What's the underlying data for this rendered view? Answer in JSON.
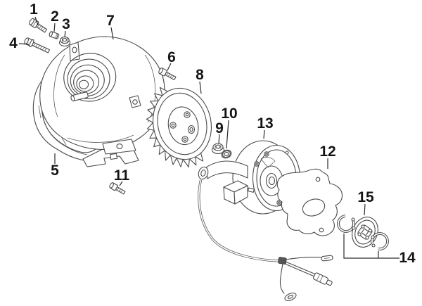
{
  "diagram": {
    "kind": "exploded-parts-diagram",
    "background": "#ffffff",
    "line_color": "#4a4a4a",
    "label_color": "#141414"
  },
  "parts": {
    "p1": {
      "label": "1"
    },
    "p2": {
      "label": "2"
    },
    "p3": {
      "label": "3"
    },
    "p4": {
      "label": "4"
    },
    "p5": {
      "label": "5"
    },
    "p6": {
      "label": "6"
    },
    "p7": {
      "label": "7"
    },
    "p8": {
      "label": "8"
    },
    "p9": {
      "label": "9"
    },
    "p10": {
      "label": "10"
    },
    "p11": {
      "label": "11"
    },
    "p12": {
      "label": "12"
    },
    "p13": {
      "label": "13"
    },
    "p14": {
      "label": "14"
    },
    "p15": {
      "label": "15"
    }
  }
}
